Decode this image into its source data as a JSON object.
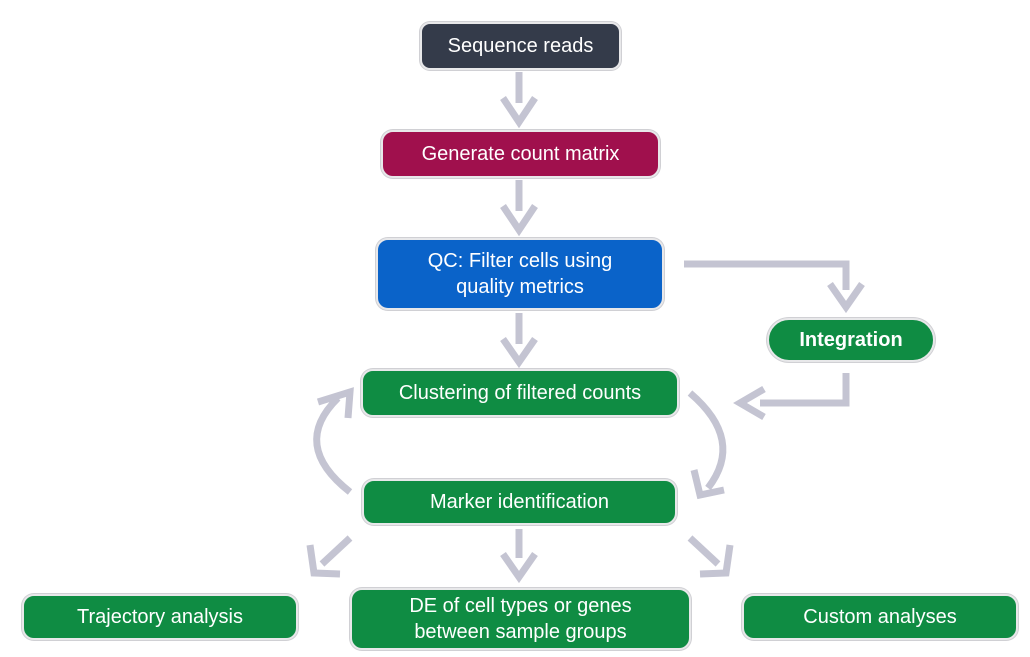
{
  "diagram": {
    "nodes": {
      "sequence_reads": "Sequence reads",
      "generate_count_matrix": "Generate count matrix",
      "qc_filter": "QC: Filter cells using quality metrics",
      "integration": "Integration",
      "clustering": "Clustering of filtered counts",
      "marker_identification": "Marker identification",
      "trajectory_analysis": "Trajectory analysis",
      "de_analysis": "DE of cell types or genes between sample groups",
      "custom_analyses": "Custom analyses"
    },
    "colors": {
      "sequence_reads": "#343b4a",
      "generate_count_matrix": "#a0104d",
      "qc_filter": "#0a63c9",
      "green_steps": "#0f8c43",
      "arrow": "#c4c4d2"
    },
    "edges": [
      [
        "sequence_reads",
        "generate_count_matrix"
      ],
      [
        "generate_count_matrix",
        "qc_filter"
      ],
      [
        "qc_filter",
        "clustering"
      ],
      [
        "qc_filter",
        "integration"
      ],
      [
        "integration",
        "clustering"
      ],
      [
        "clustering",
        "marker_identification"
      ],
      [
        "marker_identification",
        "clustering"
      ],
      [
        "marker_identification",
        "trajectory_analysis"
      ],
      [
        "marker_identification",
        "de_analysis"
      ],
      [
        "marker_identification",
        "custom_analyses"
      ]
    ]
  }
}
